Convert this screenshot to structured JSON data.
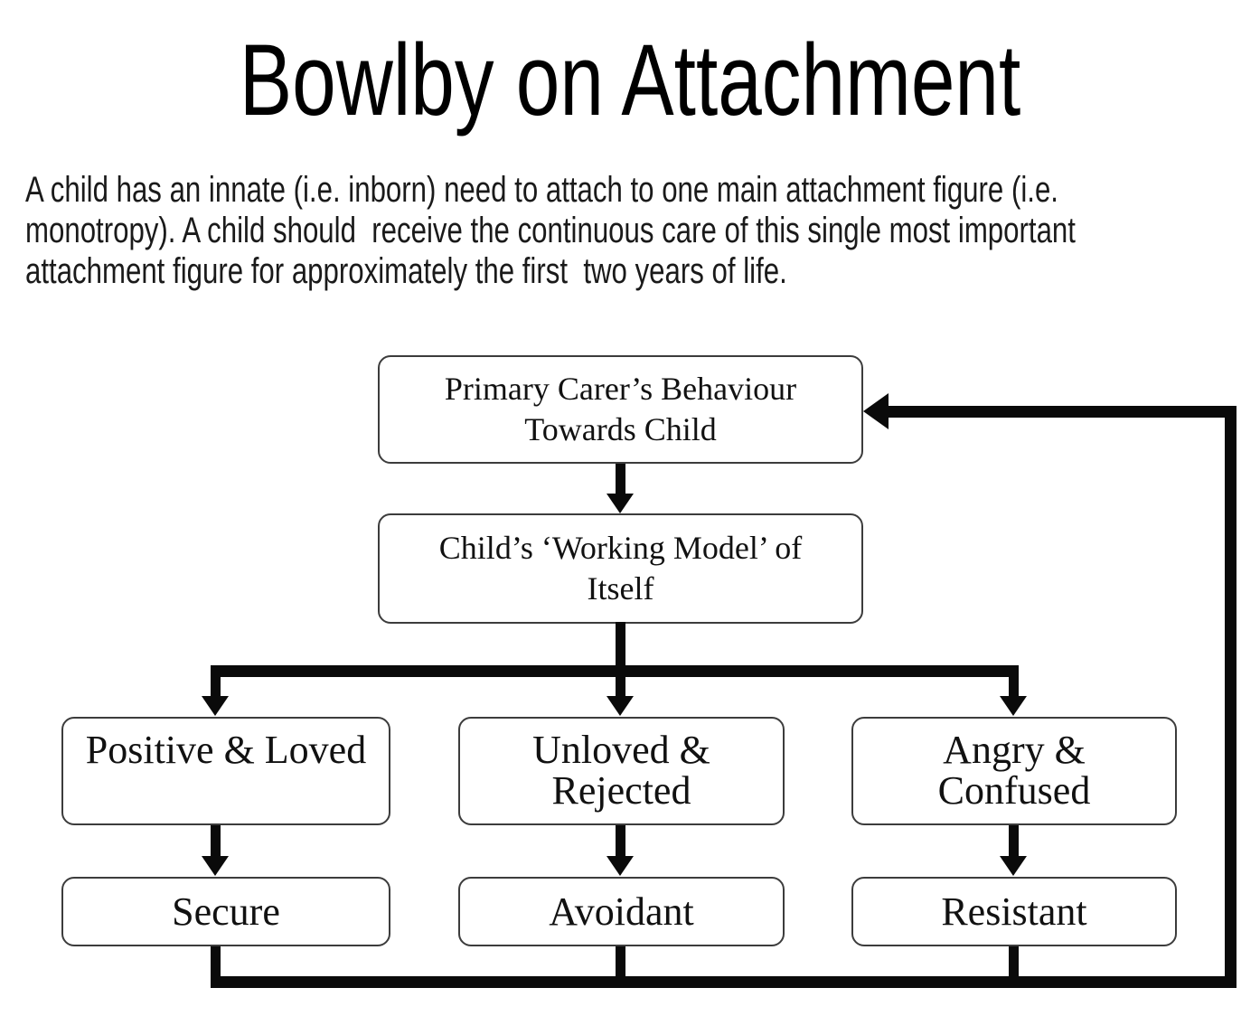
{
  "title": "Bowlby on Attachment",
  "intro": {
    "line1": "A child has an innate (i.e. inborn) need to attach to one main attachment figure (i.e.",
    "line2": "monotropy). A child should  receive the continuous care of this single most important",
    "line3": "attachment figure for approximately the first  two years of life."
  },
  "flowchart": {
    "primary_carer": {
      "line1": "Primary Carer’s Behaviour",
      "line2": "Towards Child"
    },
    "working_model": {
      "line1": "Child’s ‘Working Model’ of",
      "line2": "Itself"
    },
    "positive_loved": {
      "line1": "Positive & Loved"
    },
    "unloved_rejected": {
      "line1": "Unloved &",
      "line2": "Rejected"
    },
    "angry_confused": {
      "line1": "Angry &",
      "line2": "Confused"
    },
    "secure": {
      "label": "Secure"
    },
    "avoidant": {
      "label": "Avoidant"
    },
    "resistant": {
      "label": "Resistant"
    }
  },
  "style": {
    "background": "#ffffff",
    "line_color": "#0a0a0a",
    "box_border_color": "#3c3c3c",
    "title_color": "#000000",
    "body_text_color": "#1a1a1a",
    "box_text_color": "#111111"
  }
}
